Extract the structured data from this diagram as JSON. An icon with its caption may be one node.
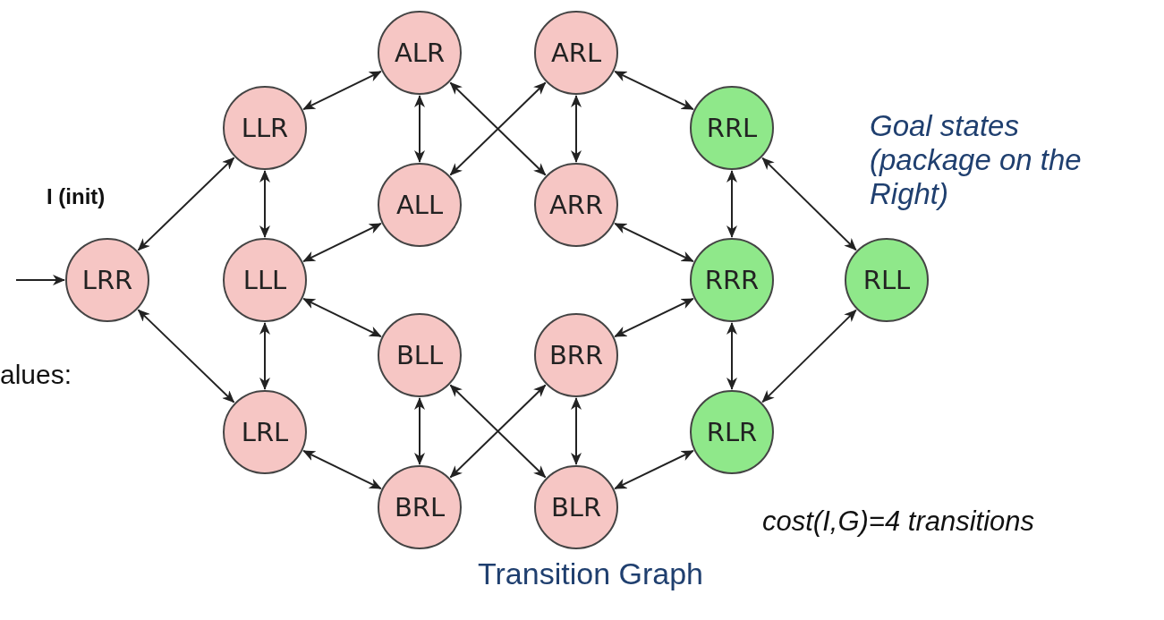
{
  "diagram": {
    "caption": "Transition Graph",
    "nodes": [
      {
        "text": [
          "LRR"
        ],
        "beside": [
          "I (init)"
        ]
      },
      {
        "text": [
          "LLR"
        ]
      },
      {
        "text": [
          "LLL"
        ]
      },
      {
        "text": [
          "LRL"
        ]
      },
      {
        "text": [
          "ALR"
        ]
      },
      {
        "text": [
          "ARL"
        ]
      },
      {
        "text": [
          "ALL"
        ]
      },
      {
        "text": [
          "ARR"
        ]
      },
      {
        "text": [
          "BLL"
        ]
      },
      {
        "text": [
          "BRR"
        ]
      },
      {
        "text": [
          "BRL"
        ]
      },
      {
        "text": [
          "BLR"
        ]
      },
      {
        "text": [
          "RRL"
        ]
      },
      {
        "text": [
          "RRR"
        ]
      },
      {
        "text": [
          "RLR"
        ]
      },
      {
        "text": [
          "RLL"
        ]
      }
    ],
    "edges": [
      {
        "from": null,
        "to": 0,
        "arrow": "to"
      },
      {
        "from": 0,
        "to": 1,
        "arrow": "both"
      },
      {
        "from": 0,
        "to": 3,
        "arrow": "both"
      },
      {
        "from": 1,
        "to": 2,
        "arrow": "both"
      },
      {
        "from": 2,
        "to": 3,
        "arrow": "both"
      },
      {
        "from": 1,
        "to": 4,
        "arrow": "both"
      },
      {
        "from": 2,
        "to": 6,
        "arrow": "both"
      },
      {
        "from": 2,
        "to": 8,
        "arrow": "both"
      },
      {
        "from": 3,
        "to": 10,
        "arrow": "both"
      },
      {
        "from": 4,
        "to": 6,
        "arrow": "both"
      },
      {
        "from": 4,
        "to": 7,
        "arrow": "both"
      },
      {
        "from": 5,
        "to": 6,
        "arrow": "both"
      },
      {
        "from": 5,
        "to": 7,
        "arrow": "both"
      },
      {
        "from": 8,
        "to": 10,
        "arrow": "both"
      },
      {
        "from": 8,
        "to": 11,
        "arrow": "both"
      },
      {
        "from": 9,
        "to": 10,
        "arrow": "both"
      },
      {
        "from": 9,
        "to": 11,
        "arrow": "both"
      },
      {
        "from": 5,
        "to": 12,
        "arrow": "both"
      },
      {
        "from": 7,
        "to": 13,
        "arrow": "both"
      },
      {
        "from": 9,
        "to": 13,
        "arrow": "both"
      },
      {
        "from": 11,
        "to": 14,
        "arrow": "both"
      },
      {
        "from": 12,
        "to": 13,
        "arrow": "both"
      },
      {
        "from": 13,
        "to": 14,
        "arrow": "both"
      },
      {
        "from": 12,
        "to": 15,
        "arrow": "both"
      },
      {
        "from": 14,
        "to": 15,
        "arrow": "both"
      }
    ],
    "labels": [
      "Goal states (package on the Right)",
      "alues:",
      "cost(I,G)=4 transitions"
    ]
  }
}
